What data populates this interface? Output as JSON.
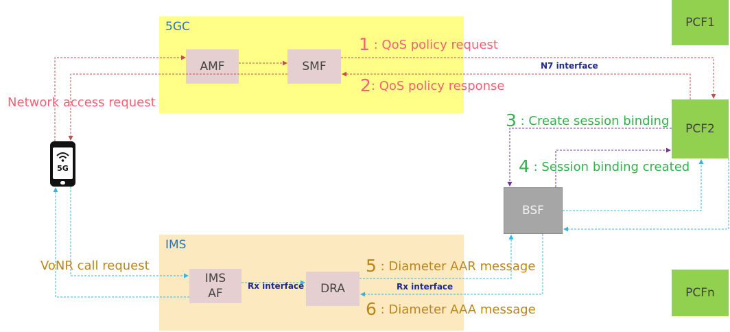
{
  "regions": {
    "core": {
      "title": "5GC"
    },
    "ims": {
      "title": "IMS"
    }
  },
  "nodes": {
    "amf": "AMF",
    "smf": "SMF",
    "ims_af_line1": "IMS",
    "ims_af_line2": "AF",
    "dra": "DRA",
    "bsf": "BSF",
    "pcf1": "PCF1",
    "pcf2": "PCF2",
    "pcfn": "PCFn"
  },
  "device": {
    "icon": "smartphone-5g-icon",
    "badge": "5G"
  },
  "steps": [
    {
      "num": "1",
      "text": " : QoS policy request"
    },
    {
      "num": "2",
      "text": ": QoS policy response"
    },
    {
      "num": "3",
      "text": " : Create session binding"
    },
    {
      "num": "4",
      "text": " : Session binding created"
    },
    {
      "num": "5",
      "text": " : Diameter AAR message"
    },
    {
      "num": "6",
      "text": " : Diameter AAA message"
    }
  ],
  "labels": {
    "network_access": "Network access request",
    "vonr_call": "VoNR call request"
  },
  "interfaces": {
    "n7": "N7 interface",
    "rx_af_dra": "Rx interface",
    "rx_dra_bsf": "Rx interface"
  },
  "colors": {
    "core_region": "#ffff88",
    "ims_region": "#fde9c0",
    "nf_box": "#e6cfd0",
    "pcf_box": "#92d050",
    "bsf_box": "#a6a6a6",
    "red_flow": "#c0504d",
    "green_flow": "#7030a0",
    "blue_flow": "#31b7e6"
  }
}
